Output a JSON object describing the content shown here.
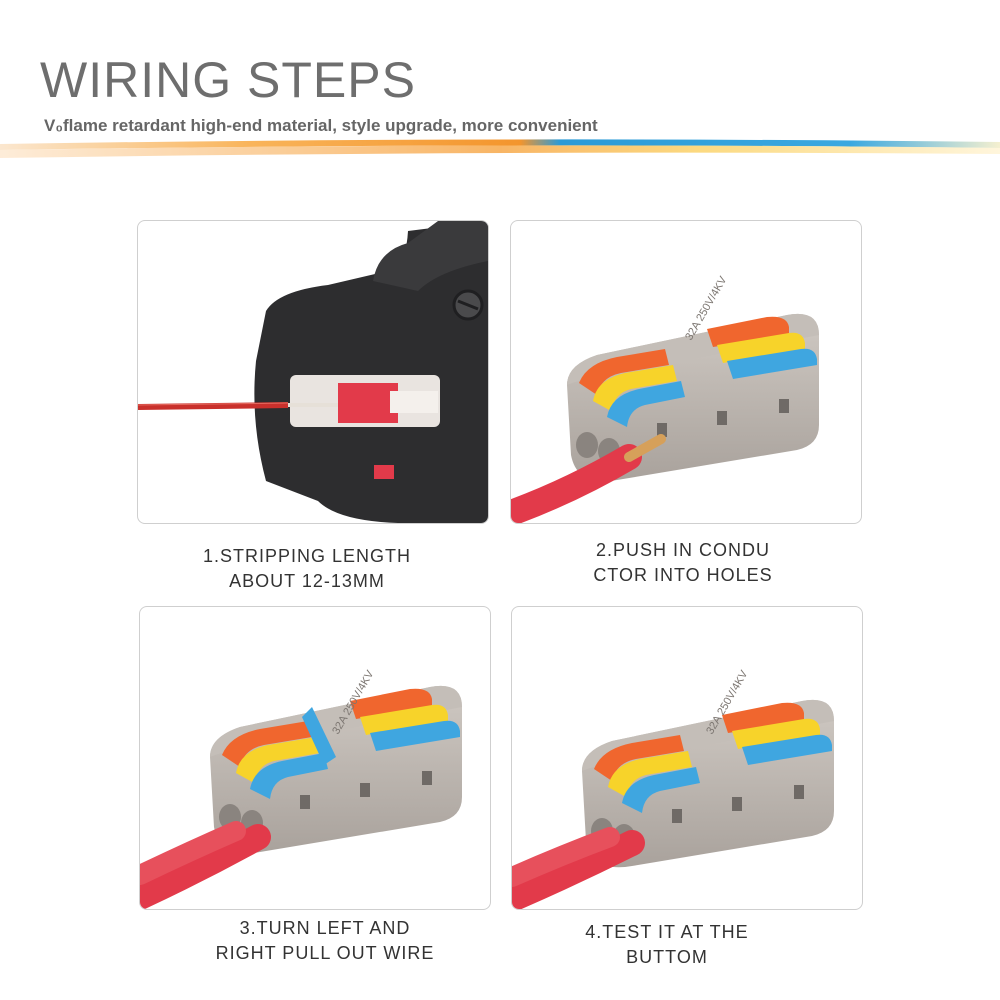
{
  "header": {
    "title": "WIRING STEPS",
    "subtitle": "V₀flame retardant high-end material, style upgrade, more convenient"
  },
  "steps": [
    {
      "line1": "1.STRIPPING LENGTH",
      "line2": "ABOUT 12-13MM"
    },
    {
      "line1": "2.PUSH IN CONDU",
      "line2": "CTOR INTO HOLES"
    },
    {
      "line1": "3.TURN LEFT AND",
      "line2": "RIGHT PULL OUT WIRE"
    },
    {
      "line1": "4.TEST IT AT THE",
      "line2": "BUTTOM"
    }
  ],
  "connector": {
    "rating_text": "32A 250V/4KV"
  },
  "colors": {
    "title": "#6e6e6e",
    "lever_orange": "#f0662e",
    "lever_yellow": "#f7d32a",
    "lever_blue": "#3fa6e0",
    "wire_red": "#e23a4a",
    "housing_gray": "#b7b0aa"
  }
}
